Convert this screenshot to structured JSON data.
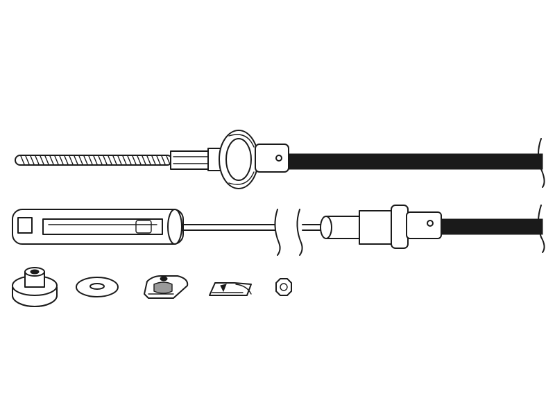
{
  "figure": {
    "ink_color": "#1a1a1a",
    "background_color": "#ffffff",
    "components": [
      {
        "name": "threaded-cable-assembly"
      },
      {
        "name": "adjuster-cable-assembly"
      },
      {
        "name": "grommet"
      },
      {
        "name": "flat-washer"
      },
      {
        "name": "retaining-clip"
      },
      {
        "name": "spring-clip"
      },
      {
        "name": "hex-nut"
      }
    ]
  }
}
